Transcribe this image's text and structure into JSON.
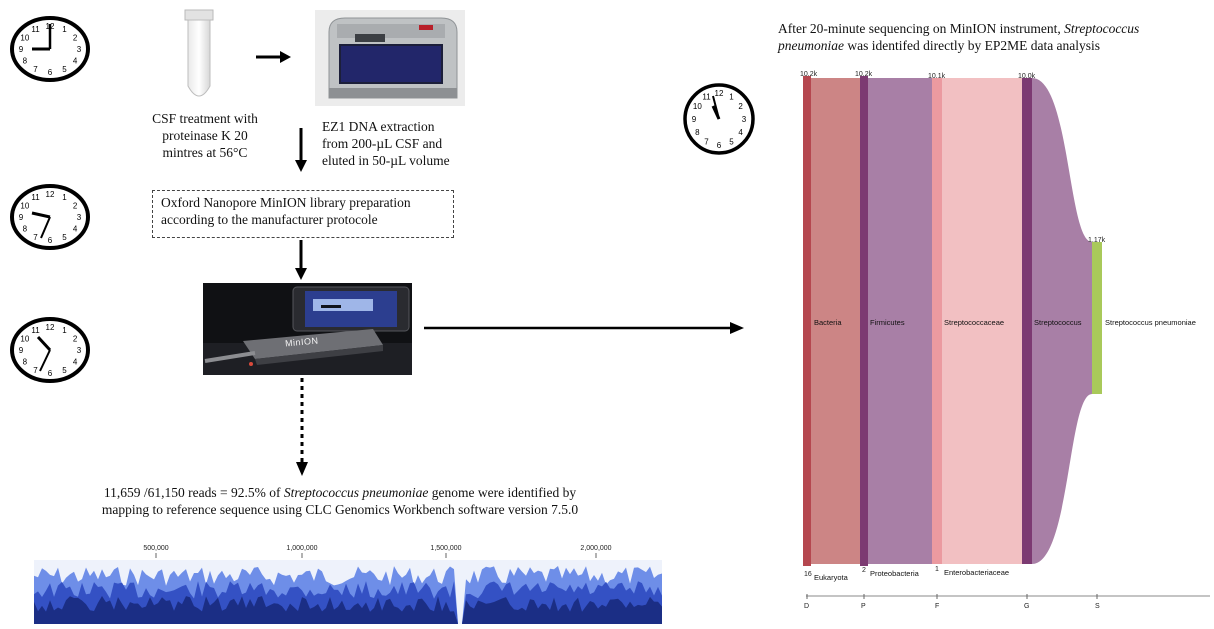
{
  "steps": {
    "csf_treatment": "CSF treatment with proteinase K 20 mintres at 56°C",
    "csf_line1": "CSF treatment  with",
    "csf_line2": "proteinase  K 20",
    "csf_line3": "mintres  at  56°C",
    "ez1_line1": "EZ1 DNA extraction",
    "ez1_line2": "from  200-µL  CSF and",
    "ez1_line3": "eluted  in  50-µL volume",
    "library_line1": "Oxford  Nanopore  MinION library  preparation",
    "library_line2": "according to the manufacturer  protocole",
    "minion_label": "MinION"
  },
  "result_text": {
    "line1_a": "11,659 /61,150 reads = 92.5%  of ",
    "line1_species": "Streptococcus pneumoniae",
    "line1_b": " genome   were identified  by",
    "line2": "mapping to reference sequence  using  CLC Genomics  Workbench software  version  7.5.0"
  },
  "identification_text": {
    "line1_a": "After  20-minute  sequencing  on  MinION instrument,  ",
    "line1_species": "Streptococcus",
    "line2_species": "pneumoniae",
    "line2_b": "  was identifed  directly  by  EP2ME data analysis"
  },
  "coverage_axis": {
    "ticks": [
      "500,000",
      "1,000,000",
      "1,500,000",
      "2,000,000"
    ]
  },
  "sankey": {
    "top_counts": [
      "10.2k",
      "10.2k",
      "10.1k",
      "10.0k"
    ],
    "species_count": "1.17k",
    "main_labels": [
      "Bacteria",
      "Firmicutes",
      "Streptococcaceae",
      "Streptococcus",
      "Streptococcus pneumoniae"
    ],
    "minor_counts": [
      "16",
      "2",
      "1"
    ],
    "minor_labels": [
      "Eukaryota",
      "Proteobacteria",
      "Enterobacteriaceae"
    ],
    "rank_letters": [
      "D",
      "P",
      "F",
      "G",
      "S"
    ]
  },
  "clocks": {
    "digits": [
      "12",
      "1",
      "2",
      "3",
      "4",
      "5",
      "6",
      "7",
      "8",
      "9",
      "10",
      "11"
    ]
  },
  "colors": {
    "bacteria_bar": "#b5474f",
    "bacteria_flow": "#cc8585",
    "firmicutes_bar": "#7c3a72",
    "firmicutes_flow": "#a87fa6",
    "strepto_fam_bar": "#eb9aa0",
    "strepto_fam_flow": "#f2c0c2",
    "genus_bar": "#7c3a72",
    "genus_flow": "#a87fa6",
    "species_bar": "#a9c95a",
    "coverage_dark": "#1b2e85",
    "coverage_mid": "#3451c4",
    "coverage_light": "#6e8ee8"
  }
}
